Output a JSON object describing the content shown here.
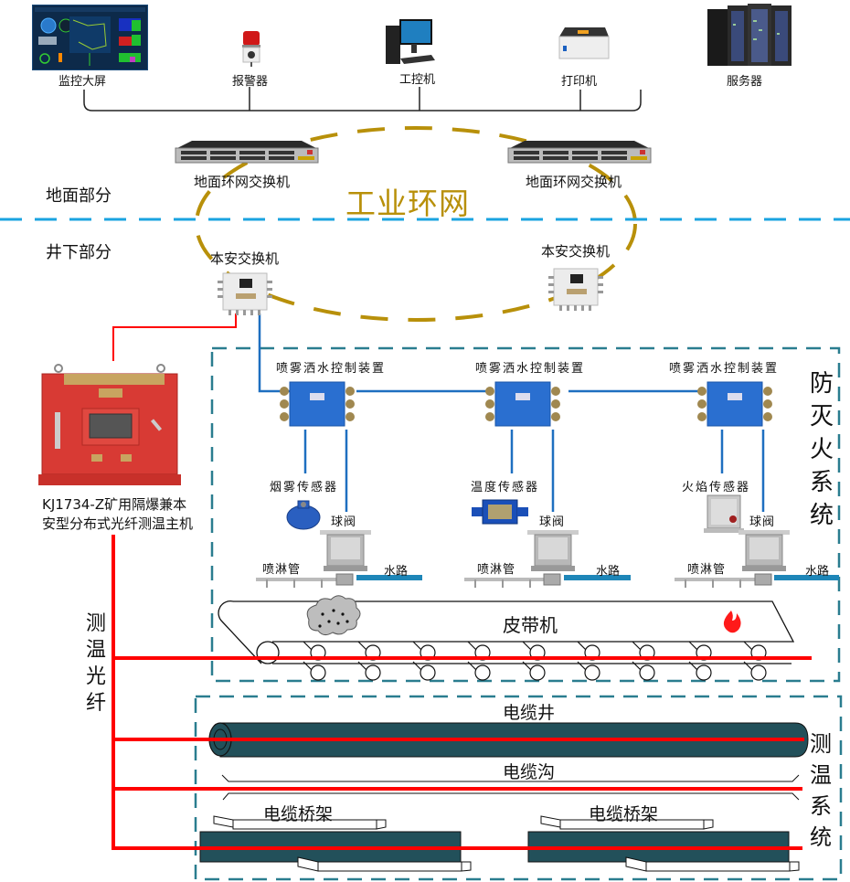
{
  "surface": {
    "section_label": "地面部分",
    "devices": [
      {
        "id": "monitor-wall",
        "label": "监控大屏",
        "icon": "monitor-wall-icon"
      },
      {
        "id": "alarm",
        "label": "报警器",
        "icon": "alarm-light-icon"
      },
      {
        "id": "workstation",
        "label": "工控机",
        "icon": "desktop-computer-icon"
      },
      {
        "id": "printer",
        "label": "打印机",
        "icon": "printer-icon"
      },
      {
        "id": "server",
        "label": "服务器",
        "icon": "server-rack-icon"
      }
    ],
    "ring_switches": [
      "地面环网交换机",
      "地面环网交换机"
    ]
  },
  "ring_network": {
    "label": "工业环网",
    "color": "#b8900a"
  },
  "underground": {
    "section_label": "井下部分",
    "safety_switches": [
      "本安交换机",
      "本安交换机"
    ],
    "host": {
      "label_line1": "KJ1734-Z矿用隔爆兼本",
      "label_line2": "安型分布式光纤测温主机"
    },
    "fiber_label": "测温光纤"
  },
  "fire_system": {
    "title": "防灭火系统",
    "units": [
      {
        "controller": "喷雾洒水控制装置",
        "sensor": "烟雾传感器",
        "valve": "球阀",
        "spray": "喷淋管",
        "water": "水路"
      },
      {
        "controller": "喷雾洒水控制装置",
        "sensor": "温度传感器",
        "valve": "球阀",
        "spray": "喷淋管",
        "water": "水路"
      },
      {
        "controller": "喷雾洒水控制装置",
        "sensor": "火焰传感器",
        "valve": "球阀",
        "spray": "喷淋管",
        "water": "水路"
      }
    ],
    "conveyor_label": "皮带机"
  },
  "temp_system": {
    "title": "测温系统",
    "cable_shaft": "电缆井",
    "cable_trench": "电缆沟",
    "cable_trays": [
      "电缆桥架",
      "电缆桥架"
    ]
  },
  "colors": {
    "fiber": "#ff0000",
    "divider": "#1aa3e0",
    "box_border": "#2a7d8f",
    "signal_line": "#1e6fc0",
    "water_pipe": "#1e86b8",
    "cable": "#22505a"
  }
}
